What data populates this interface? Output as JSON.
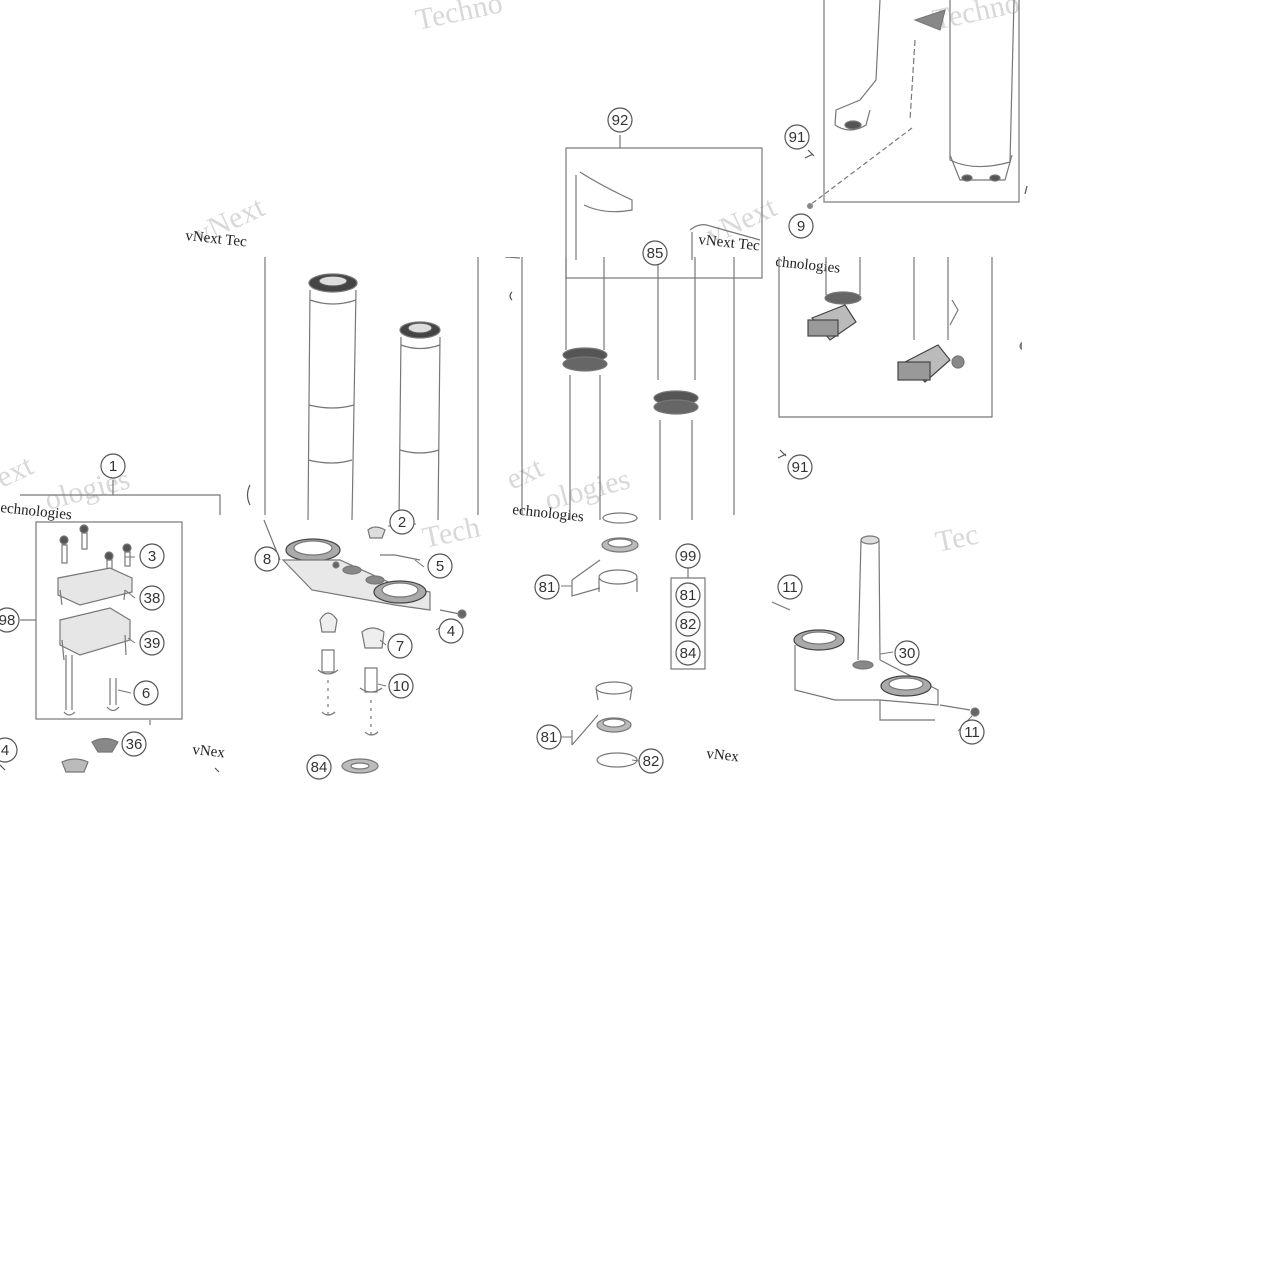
{
  "watermark": {
    "company": "vNext Technologies",
    "brand": "vNext",
    "short": "vNex",
    "word": "Technologies",
    "word_cut_1": "Techno",
    "word_cut_2": "Tech",
    "word_cut_3": "Tec",
    "ext": "ext",
    "fragment_1": "vNext Tec",
    "fragment_2": "vNext Tec",
    "fragment_3": "chnologies",
    "fragment_4": "echnologies",
    "fragment_5": "ologies",
    "fragment_6": "ologies"
  },
  "callouts": [
    {
      "id": "c1",
      "label": "1"
    },
    {
      "id": "c2",
      "label": "2"
    },
    {
      "id": "c3",
      "label": "3"
    },
    {
      "id": "c4a",
      "label": "4"
    },
    {
      "id": "c4b",
      "label": "4"
    },
    {
      "id": "c5",
      "label": "5"
    },
    {
      "id": "c6",
      "label": "6"
    },
    {
      "id": "c7",
      "label": "7"
    },
    {
      "id": "c8",
      "label": "8"
    },
    {
      "id": "c9",
      "label": "9"
    },
    {
      "id": "c10",
      "label": "10"
    },
    {
      "id": "c11a",
      "label": "11"
    },
    {
      "id": "c11b",
      "label": "11"
    },
    {
      "id": "c30",
      "label": "30"
    },
    {
      "id": "c36",
      "label": "36"
    },
    {
      "id": "c38",
      "label": "38"
    },
    {
      "id": "c39",
      "label": "39"
    },
    {
      "id": "c81a",
      "label": "81"
    },
    {
      "id": "c81b",
      "label": "81"
    },
    {
      "id": "c81c",
      "label": "81"
    },
    {
      "id": "c82a",
      "label": "82"
    },
    {
      "id": "c82b",
      "label": "82"
    },
    {
      "id": "c84a",
      "label": "84"
    },
    {
      "id": "c84b",
      "label": "84"
    },
    {
      "id": "c85",
      "label": "85"
    },
    {
      "id": "c91a",
      "label": "91"
    },
    {
      "id": "c91b",
      "label": "91"
    },
    {
      "id": "c92",
      "label": "92"
    },
    {
      "id": "c98",
      "label": "98"
    },
    {
      "id": "c99",
      "label": "99"
    }
  ]
}
